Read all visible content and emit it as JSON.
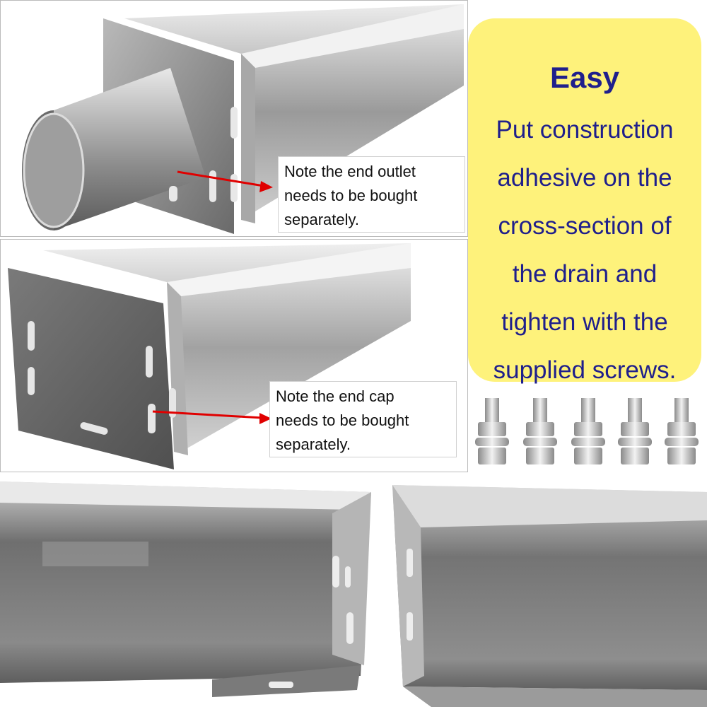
{
  "colors": {
    "callout_bg": "#fef27b",
    "callout_text": "#1f1f8c",
    "arrow": "#e00000",
    "steel_light": "#d9d9d9",
    "steel_dark": "#6e6e6e"
  },
  "panels": {
    "end_outlet": {
      "note_lines": [
        "Note the end outlet",
        "needs to be bought",
        "separately."
      ]
    },
    "end_cap": {
      "note_lines": [
        "Note the end cap",
        "needs to be bought",
        "separately."
      ]
    }
  },
  "callout": {
    "heading": "Easy",
    "lines": [
      "Put construction",
      "adhesive on the",
      "cross-section of",
      "the drain and",
      "tighten with the",
      "supplied screws."
    ]
  },
  "screws": {
    "count": 5,
    "icon": "bolt-with-nut-and-washer-icon"
  }
}
